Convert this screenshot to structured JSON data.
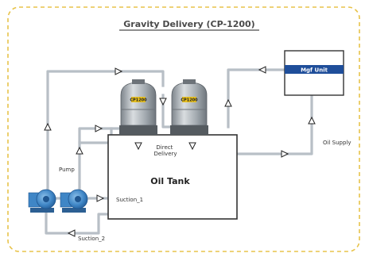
{
  "diagram": {
    "title": "Gravity Delivery (CP-1200)",
    "unit_label": "Mgf Unit",
    "tank_label": "Oil Tank",
    "direct_delivery": "Direct Delivery",
    "oil_supply": "Oil Supply",
    "pump_label": "Pump",
    "suction_1": "Suction_1",
    "suction_2": "Suction_2",
    "filter_tag_1": "CP1200",
    "filter_tag_2": "CP1200"
  },
  "colors": {
    "frame_border": "#e8c34a",
    "pipe": "#b8bfc6",
    "arrow_fill": "#ffffff",
    "arrow_stroke": "#222222",
    "tank_stroke": "#333333",
    "unit_band": "#1f4e9a",
    "pump_body": "#3f86c6",
    "filter_body": "#9aa1a8",
    "filter_highlight": "#d9dde0",
    "filter_tag": "#e8c020"
  }
}
